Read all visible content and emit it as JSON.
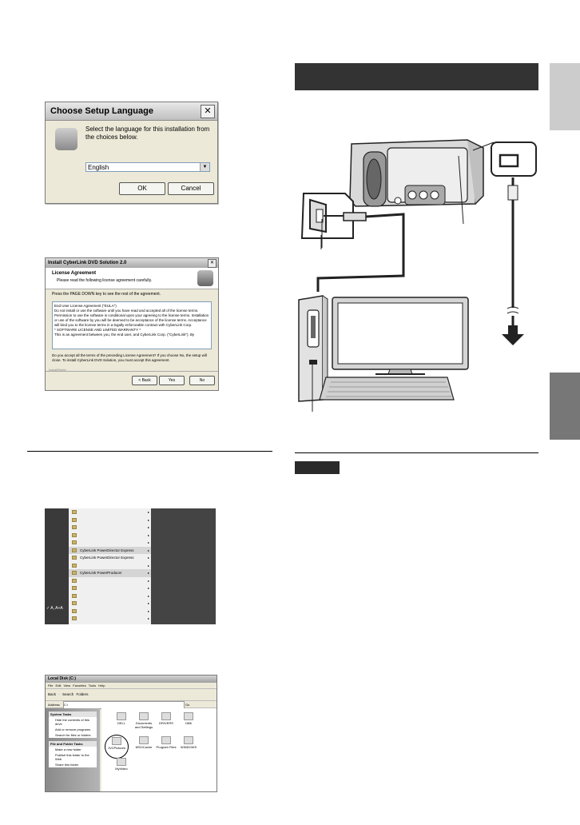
{
  "dialog1": {
    "title": "Choose Setup Language",
    "message": "Select the language for this installation from the choices below.",
    "selected_language": "English",
    "ok_label": "OK",
    "cancel_label": "Cancel",
    "close_glyph": "✕"
  },
  "dialog2": {
    "title": "Install CyberLink DVD Solution 2.0",
    "header_title": "License Agreement",
    "header_sub": "Please read the following license agreement carefully.",
    "instruction": "Press the PAGE DOWN key to see the rest of the agreement.",
    "license_lines": [
      "End User License Agreement (\"EULA\")",
      "Do not install or use the software until you have read and accepted all of the license terms. Permission to use the software is conditional upon your agreeing to the license terms. Installation or use of the software by you will be deemed to be acceptance of the license terms. Acceptance will bind you to the license terms in a legally enforceable contract with CyberLink Corp.",
      "* SOFTWARE LICENSE AND LIMITED WARRANTY *",
      "This is an agreement between you, the end user, and CyberLink Corp. (\"CyberLink\"). By"
    ],
    "question": "Do you accept all the terms of the preceding License Agreement? If you choose No, the setup will close. To install CyberLink DVD Solution, you must accept this agreement.",
    "brand": "InstallShield",
    "back_label": "< Back",
    "yes_label": "Yes",
    "no_label": "No"
  },
  "start_menu": {
    "items": [
      {
        "label": "",
        "highlight": false
      },
      {
        "label": "",
        "highlight": false
      },
      {
        "label": "",
        "highlight": false
      },
      {
        "label": "",
        "highlight": false
      },
      {
        "label": "",
        "highlight": false
      },
      {
        "label": "CyberLink PowerDirector Express",
        "highlight": true
      },
      {
        "label": "CyberLink PowerDirector Express",
        "highlight": false
      },
      {
        "label": "",
        "highlight": false
      },
      {
        "label": "CyberLink PowerProducer",
        "highlight": true
      },
      {
        "label": "",
        "highlight": false
      },
      {
        "label": "",
        "highlight": false
      },
      {
        "label": "",
        "highlight": false
      },
      {
        "label": "",
        "highlight": false
      },
      {
        "label": "",
        "highlight": false
      },
      {
        "label": "",
        "highlight": false
      }
    ],
    "bottom_left": "✓ A, A+A"
  },
  "explorer": {
    "title": "Local Disk (C:)",
    "menu": "File  Edit  View  Favorites  Tools  Help",
    "toolbar": "Back  ·  Search  Folders",
    "address_label": "Address",
    "address_value": "C:\\",
    "go_label": "Go",
    "system_tasks_title": "System Tasks",
    "system_tasks": [
      "Hide the contents of this drive",
      "Add or remove programs",
      "Search for files or folders"
    ],
    "file_tasks_title": "File and Folder Tasks",
    "file_tasks": [
      "Make a new folder",
      "Publish this folder to the Web",
      "Share this folder"
    ],
    "folders": [
      "DELL",
      "Documents and Settings",
      "DRIVERS",
      "I386",
      "JVCPictures",
      "MSOCache",
      "Program Files",
      "WINDOWS",
      "MyVideo"
    ]
  }
}
